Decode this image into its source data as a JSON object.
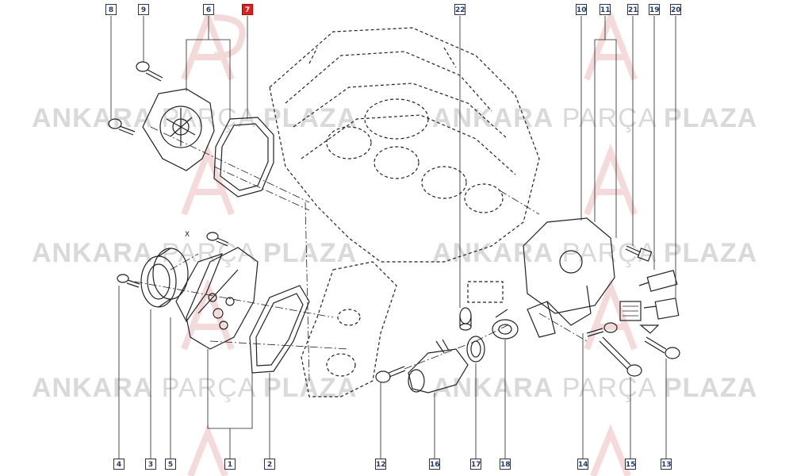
{
  "watermark": {
    "word1": "ANKARA",
    "word2": "PARÇA",
    "word3": "PLAZA"
  },
  "callouts": [
    "8",
    "9",
    "6",
    "7",
    "22",
    "10",
    "11",
    "21",
    "19",
    "20",
    "4",
    "3",
    "5",
    "1",
    "2",
    "12",
    "16",
    "17",
    "18",
    "14",
    "15",
    "13"
  ],
  "labels": {
    "x": "X"
  },
  "colors": {
    "active": "#e02020",
    "callout_text": "#1a3c7a",
    "line": "#222222",
    "watermark": "#d9d9d9"
  }
}
